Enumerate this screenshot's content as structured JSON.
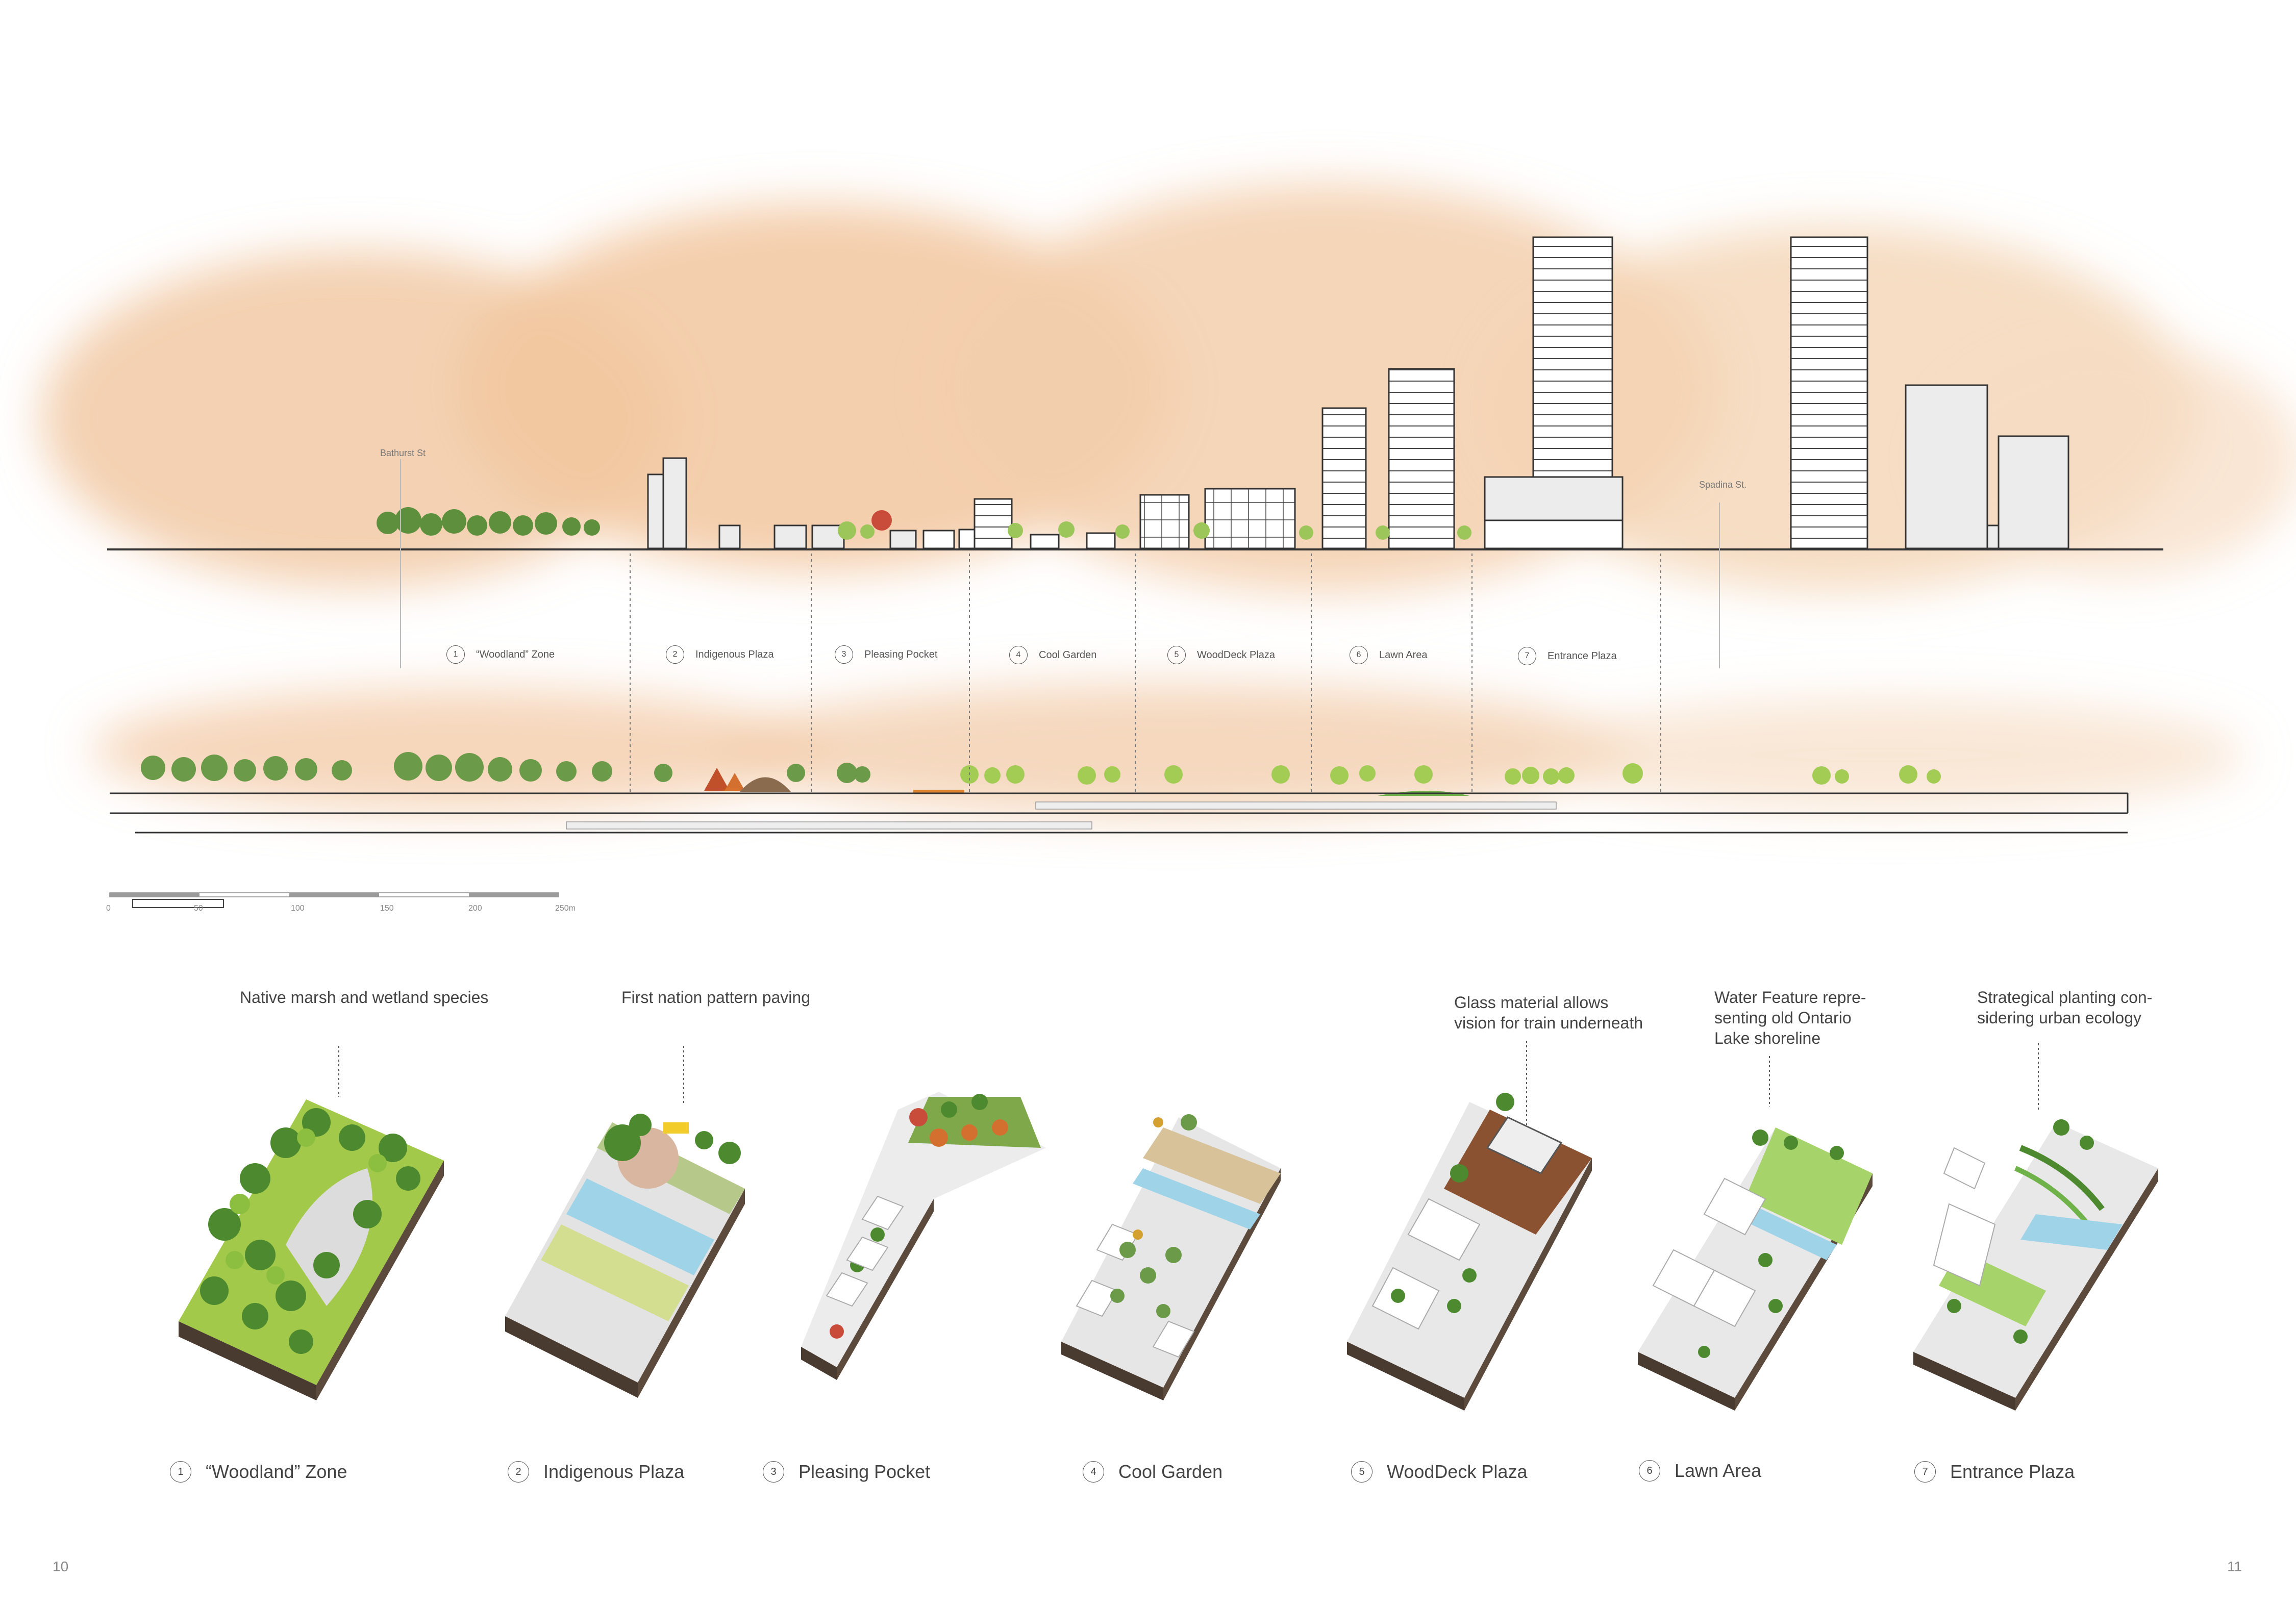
{
  "streets": {
    "left": "Bathurst St",
    "right": "Spadina St."
  },
  "zones": [
    {
      "num": "1",
      "label": "“Woodland” Zone"
    },
    {
      "num": "2",
      "label": "Indigenous Plaza"
    },
    {
      "num": "3",
      "label": "Pleasing Pocket"
    },
    {
      "num": "4",
      "label": "Cool Garden"
    },
    {
      "num": "5",
      "label": "WoodDeck Plaza"
    },
    {
      "num": "6",
      "label": "Lawn Area"
    },
    {
      "num": "7",
      "label": "Entrance Plaza"
    }
  ],
  "scale_bar": {
    "ticks": [
      "0",
      "50",
      "100",
      "150",
      "200",
      "250m"
    ]
  },
  "annotations": {
    "native_marsh": "Native marsh and wetland species",
    "first_nation": "First nation pattern paving",
    "glass": [
      "Glass material allows",
      "vision for train underneath"
    ],
    "water": [
      "Water Feature repre-",
      "senting old Ontario",
      "Lake shoreline"
    ],
    "planting": [
      "Strategical planting con-",
      "sidering urban ecology"
    ]
  },
  "captions": [
    {
      "num": "1",
      "label": "“Woodland” Zone"
    },
    {
      "num": "2",
      "label": "Indigenous Plaza"
    },
    {
      "num": "3",
      "label": "Pleasing Pocket"
    },
    {
      "num": "4",
      "label": "Cool Garden"
    },
    {
      "num": "5",
      "label": "WoodDeck Plaza"
    },
    {
      "num": "6",
      "label": "Lawn Area"
    },
    {
      "num": "7",
      "label": "Entrance Plaza"
    }
  ],
  "pages": {
    "left": "10",
    "right": "11"
  },
  "colors": {
    "haze": "#f1c9a4",
    "tree_green": "#8cbf3f",
    "tree_dark": "#4d8a2f",
    "lawn": "#a6d46a",
    "wood": "#8a5230",
    "soil": "#4a3b30",
    "water": "#9fd3e8",
    "building": "#ececec",
    "line": "#333333"
  }
}
